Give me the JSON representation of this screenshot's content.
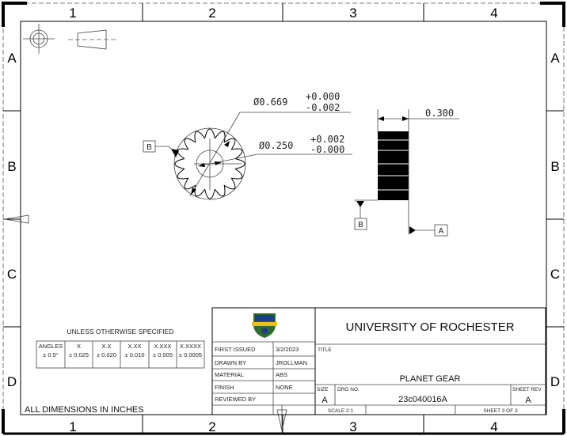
{
  "zones": {
    "columns": [
      "1",
      "2",
      "3",
      "4"
    ],
    "rows": [
      "A",
      "B",
      "C",
      "D"
    ]
  },
  "dimensions": {
    "outer_diameter": "Ø0.669",
    "outer_tol_plus": "+0.000",
    "outer_tol_minus": "-0.002",
    "bore_diameter": "Ø0.250",
    "bore_tol_plus": "+0.002",
    "bore_tol_minus": "-0.000",
    "thickness": "0.300"
  },
  "datums": {
    "front_view": "B",
    "side_view_b": "B",
    "side_view_a": "A"
  },
  "tolerances": {
    "heading": "UNLESS OTHERWISE SPECIFIED",
    "columns": [
      {
        "label": "ANGLES",
        "value": "± 0.5°"
      },
      {
        "label": "X",
        "value": "± 0.025"
      },
      {
        "label": "X.X",
        "value": "± 0.020"
      },
      {
        "label": "X.XX",
        "value": "± 0.010"
      },
      {
        "label": "X.XXX",
        "value": "± 0.005"
      },
      {
        "label": "X.XXXX",
        "value": "± 0.0005"
      }
    ]
  },
  "units_note": "ALL DIMENSIONS IN INCHES",
  "title_block": {
    "fields": [
      {
        "label": "FIRST ISSUED",
        "value": "3/2/2023"
      },
      {
        "label": "DRAWN BY",
        "value": "JROLLMAN"
      },
      {
        "label": "MATERIAL",
        "value": "ABS"
      },
      {
        "label": "FINISH",
        "value": "NONE"
      },
      {
        "label": "REVIEWED BY",
        "value": ""
      }
    ],
    "organization": "UNIVERSITY OF ROCHESTER",
    "title_label": "TITLE",
    "title": "PLANET GEAR",
    "size_label": "SIZE",
    "size": "A",
    "drg_label": "DRG NO.",
    "drg_no": "23c040016A",
    "rev_label": "SHEET REV",
    "rev": "A",
    "scale": "SCALE 2:1",
    "sheet": "SHEET 3 OF 3"
  },
  "colors": {
    "logo_green": "#2f6b2f",
    "logo_gold": "#e8c21a",
    "logo_blue": "#1d3f8a"
  }
}
